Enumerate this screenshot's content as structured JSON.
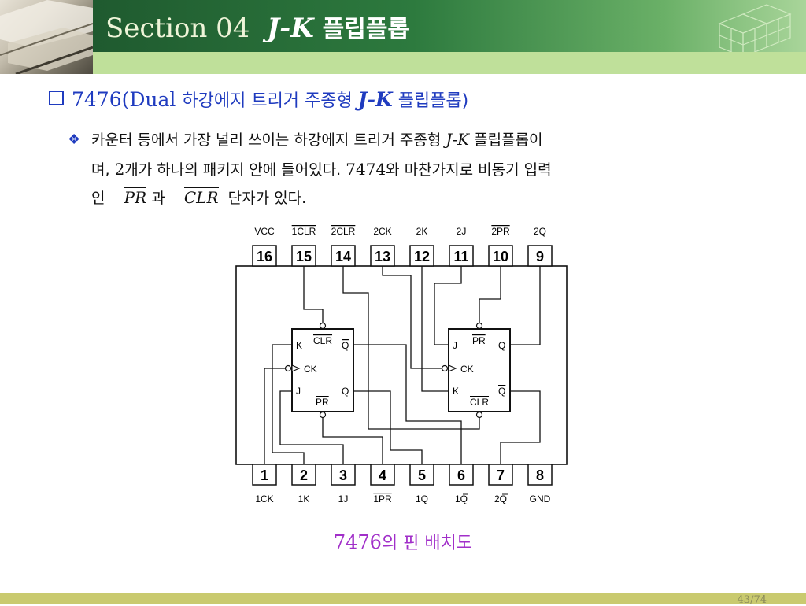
{
  "header": {
    "section_label": "Section 04",
    "title_jk": "J-K",
    "title_korean": "플립플롭"
  },
  "bullet1": {
    "prefix": "7476(Dual ",
    "korean1": "하강에지 트리거 주종형 ",
    "jk": "J-K",
    "korean2": " 플립플롭)"
  },
  "bullet2": {
    "line1_a": "카운터 등에서 가장 널리 쓰이는 하강에지 트리거 주종형 ",
    "line1_jk": "J-K",
    "line1_b": " 플립플롭이",
    "line2_a": "며, ",
    "line2_num1": "2",
    "line2_b": "개가 하나의 패키지 안에 들어있다. ",
    "line2_num2": "7474",
    "line2_c": "와 마찬가지로 비동기 입력",
    "line3_a": "인",
    "line3_pr": "PR",
    "line3_b": "과",
    "line3_clr": "CLR",
    "line3_c": "단자가 있다."
  },
  "diagram": {
    "top_pins": [
      {
        "num": "16",
        "label": "VCC"
      },
      {
        "num": "15",
        "label": "1CLR"
      },
      {
        "num": "14",
        "label": "2CLR"
      },
      {
        "num": "13",
        "label": "2CK"
      },
      {
        "num": "12",
        "label": "2K"
      },
      {
        "num": "11",
        "label": "2J"
      },
      {
        "num": "10",
        "label": "2PR"
      },
      {
        "num": "9",
        "label": "2Q"
      }
    ],
    "bottom_pins": [
      {
        "num": "1",
        "label": "1CK"
      },
      {
        "num": "2",
        "label": "1K"
      },
      {
        "num": "3",
        "label": "1J"
      },
      {
        "num": "4",
        "label": "1PR"
      },
      {
        "num": "5",
        "label": "1Q"
      },
      {
        "num": "6",
        "label": "1Q"
      },
      {
        "num": "7",
        "label": "2Q"
      },
      {
        "num": "8",
        "label": "GND"
      }
    ],
    "ff1": {
      "k": "K",
      "clr": "CLR",
      "qbar": "Q",
      "ck": "CK",
      "j": "J",
      "q": "Q",
      "pr": "PR"
    },
    "ff2": {
      "j": "J",
      "pr": "PR",
      "q": "Q",
      "ck": "CK",
      "k": "K",
      "qbar": "Q",
      "clr": "CLR"
    }
  },
  "caption": {
    "num": "7476",
    "korean": "의 핀 배치도"
  },
  "footer": {
    "page": "43/74"
  }
}
